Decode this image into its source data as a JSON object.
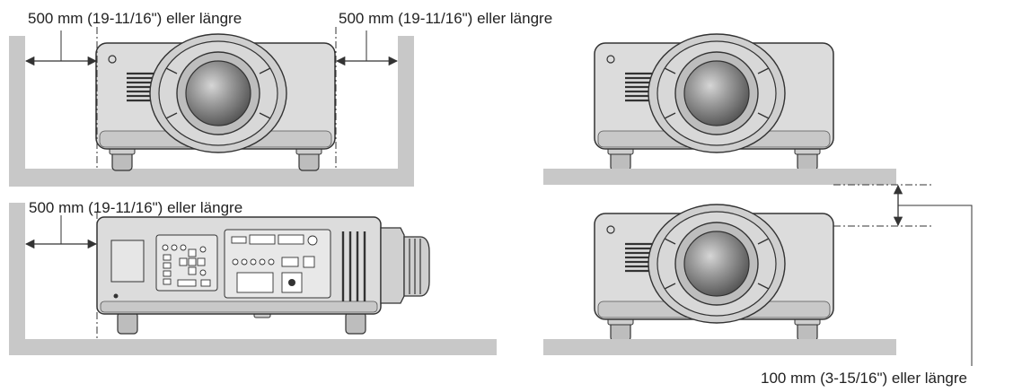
{
  "labels": {
    "front_left_clearance": "500 mm (19-11/16\") eller längre",
    "front_right_clearance": "500 mm (19-11/16\") eller längre",
    "side_clearance": "500 mm (19-11/16\") eller längre",
    "stack_gap": "100 mm (3-15/16\") eller längre"
  },
  "colors": {
    "wall": "#c8c8c8",
    "body_light": "#dedede",
    "body_mid": "#c4c4c4",
    "outline": "#333333",
    "lens_glass": "#8e8e8e"
  }
}
